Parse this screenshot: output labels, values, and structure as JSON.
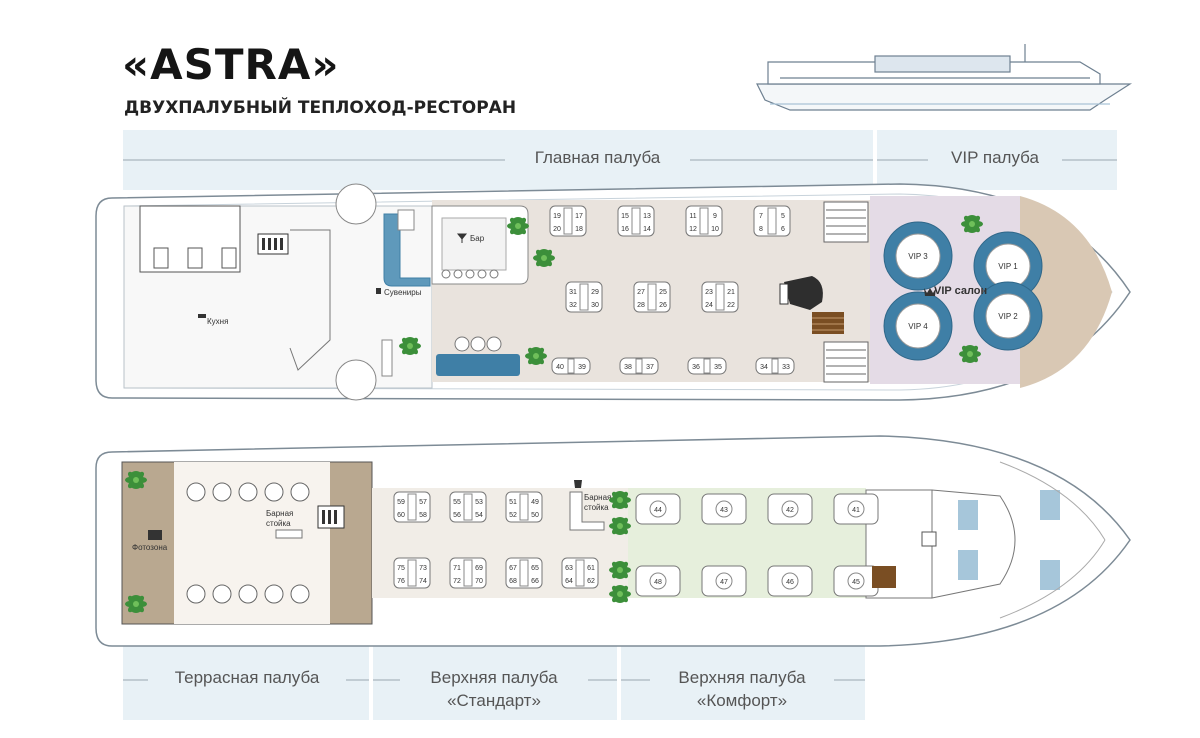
{
  "header": {
    "title": "«ASTRA»",
    "subtitle": "ДВУХПАЛУБНЫЙ ТЕПЛОХОД-РЕСТОРАН"
  },
  "zones": {
    "main_deck": "Главная палуба",
    "vip_deck": "VIP палуба",
    "terrace_deck": "Террасная палуба",
    "upper_standard_line1": "Верхняя палуба",
    "upper_standard_line2": "«Стандарт»",
    "upper_comfort_line1": "Верхняя палуба",
    "upper_comfort_line2": "«Комфорт»"
  },
  "main_deck": {
    "kitchen": "Кухня",
    "souvenirs": "Сувениры",
    "bar": "Бар",
    "vip_salon": "VIP салон",
    "vip_booths": [
      "VIP 3",
      "VIP 1",
      "VIP 4",
      "VIP 2"
    ],
    "tables_top": [
      [
        "19",
        "17",
        "20",
        "18"
      ],
      [
        "15",
        "13",
        "16",
        "14"
      ],
      [
        "11",
        "9",
        "12",
        "10"
      ],
      [
        "7",
        "5",
        "8",
        "6"
      ]
    ],
    "tables_middle": [
      [
        "31",
        "29",
        "32",
        "30"
      ],
      [
        "27",
        "25",
        "28",
        "26"
      ],
      [
        "23",
        "21",
        "24",
        "22"
      ]
    ],
    "tables_bottom": [
      [
        "40",
        "39"
      ],
      [
        "38",
        "37"
      ],
      [
        "36",
        "35"
      ],
      [
        "34",
        "33"
      ]
    ]
  },
  "upper_deck": {
    "photo_zone": "Фотозона",
    "bar_counter_line1": "Барная",
    "bar_counter_line2": "стойка",
    "standard_top": [
      [
        "59",
        "57",
        "60",
        "58"
      ],
      [
        "55",
        "53",
        "56",
        "54"
      ],
      [
        "51",
        "49",
        "52",
        "50"
      ]
    ],
    "standard_bottom": [
      [
        "75",
        "73",
        "76",
        "74"
      ],
      [
        "71",
        "69",
        "72",
        "70"
      ],
      [
        "67",
        "65",
        "68",
        "66"
      ],
      [
        "63",
        "61",
        "64",
        "62"
      ]
    ],
    "comfort_top": [
      "44",
      "43",
      "42",
      "41"
    ],
    "comfort_bottom": [
      "48",
      "47",
      "46",
      "45"
    ]
  },
  "colors": {
    "main_floor": "#e9e3dd",
    "vip_floor": "#e4dbe6",
    "terrace_floor": "#b9a890",
    "upper_floor": "#f1ede7",
    "comfort_floor": "#e6efdc",
    "sofa_blue": "#3f7fa6",
    "zone_band": "#e8f1f6",
    "plant": "#3c8f3a",
    "deck_wood": "#d9c8b4"
  }
}
